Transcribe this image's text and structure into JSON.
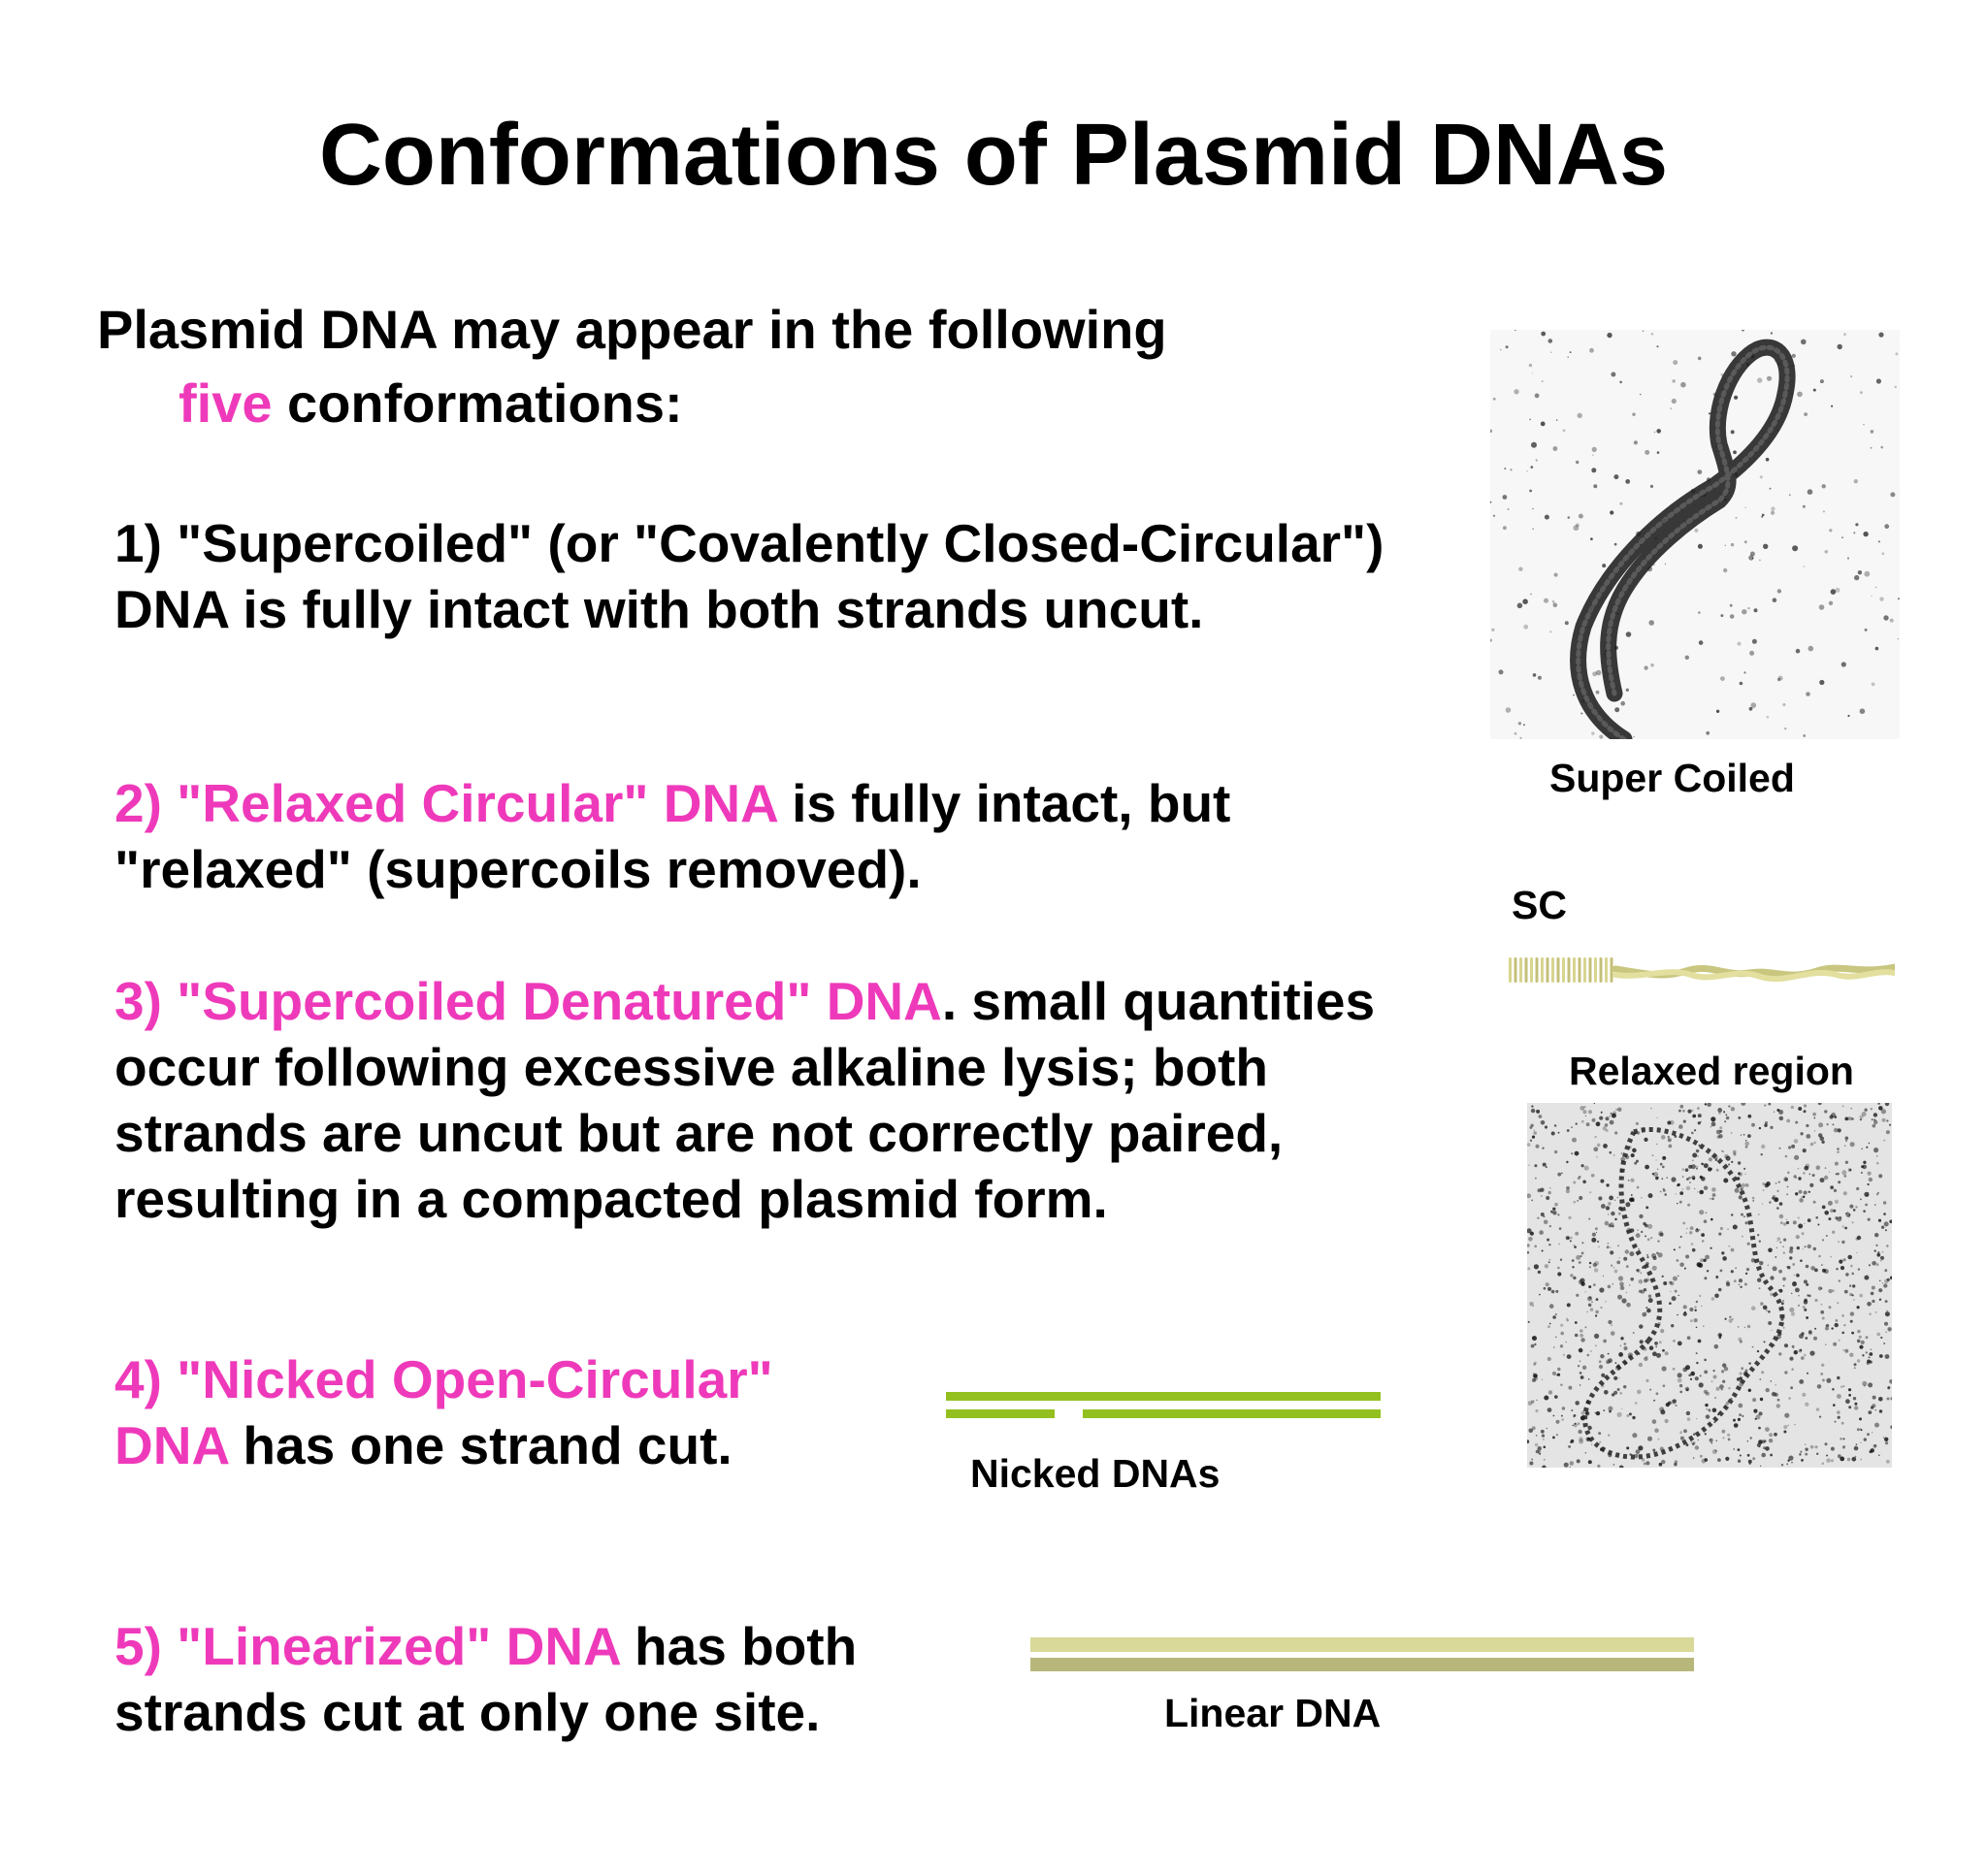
{
  "title": "Conformations of Plasmid DNAs",
  "intro": {
    "line1": "Plasmid DNA may appear in the following",
    "highlight": "five",
    "line2_rest": " conformations:"
  },
  "items": [
    {
      "line1": "1) \"Supercoiled\" (or \"Covalently Closed-Circular\")",
      "line2": "DNA is fully intact with both strands uncut."
    },
    {
      "highlight": "2) \"Relaxed Circular\" DNA",
      "line1_rest": " is fully intact, but",
      "line2": "\"relaxed\" (supercoils removed)."
    },
    {
      "highlight": "3) \"Supercoiled Denatured\" DNA",
      "line1_rest": ". small quantities",
      "line2": "occur following excessive alkaline lysis; both",
      "line3": "strands are uncut but are not correctly paired,",
      "line4": "resulting in a compacted plasmid form."
    },
    {
      "line1": "4) \"Nicked Open-Circular\"",
      "highlight": "DNA",
      "line2_rest": " has one strand cut."
    },
    {
      "highlight": "5) \"Linearized\" DNA",
      "line1_rest": " has both",
      "line2": "strands cut at only one site."
    }
  ],
  "captions": {
    "super_coiled": "Super Coiled",
    "sc": "SC",
    "relaxed_region": "Relaxed region",
    "nicked": "Nicked DNAs",
    "linear": "Linear DNA"
  },
  "colors": {
    "highlight": "#ee3aba",
    "text": "#000000",
    "nicked_strand": "#93c01f",
    "linear_strand_light": "#d9d99a",
    "linear_strand_dark": "#b7b77b",
    "sc_strand": "#d8d58f"
  }
}
